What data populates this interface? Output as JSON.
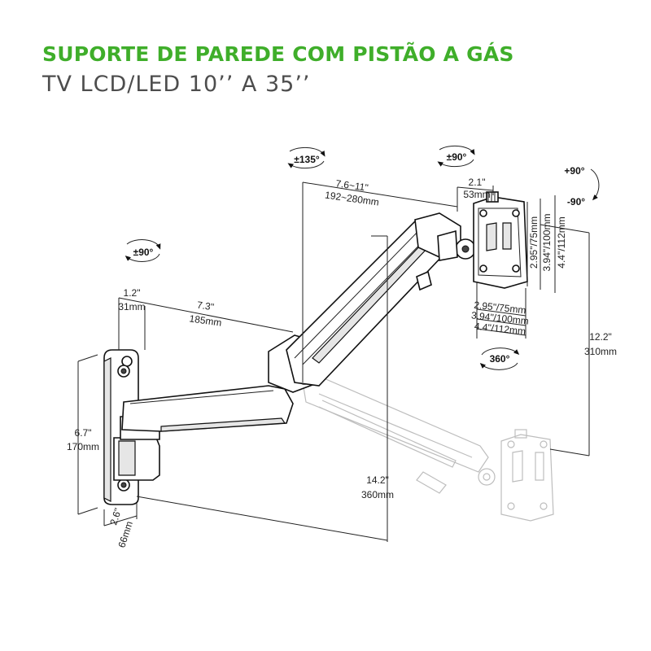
{
  "title": "SUPORTE DE PAREDE COM PISTÃO A GÁS",
  "subtitle": "TV LCD/LED 10’’ A 35’’",
  "colors": {
    "title_green": "#3fae2a",
    "subtitle_gray": "#4d4d4d",
    "line": "#222222",
    "ghost": "#bdbdbd"
  },
  "rotations": {
    "wall_mount": "±90°",
    "arm_joint": "±135°",
    "head_tilt": "±90°",
    "tilt_up": "+90°",
    "tilt_down": "-90°",
    "plate_rotate": "360°"
  },
  "dimensions": {
    "upper_arm_len": {
      "inch": "7.6~11\"",
      "mm": "192~280mm"
    },
    "head_depth": {
      "inch": "2.1\"",
      "mm": "53mm"
    },
    "base_depth": {
      "inch": "1.2\"",
      "mm": "31mm"
    },
    "lower_arm_len": {
      "inch": "7.3\"",
      "mm": "185mm"
    },
    "wall_plate_height": {
      "inch": "6.7\"",
      "mm": "170mm"
    },
    "wall_plate_width": {
      "inch": "2.6\"",
      "mm": "66mm"
    },
    "height_adjust": {
      "inch": "12.2\"",
      "mm": "310mm"
    },
    "max_reach": {
      "inch": "14.2\"",
      "mm": "360mm"
    },
    "vesa_vertical": [
      "2.95\"/75mm",
      "3.94\"/100mm",
      "4.4\"/112mm"
    ],
    "vesa_horizontal": [
      "2.95\"/75mm",
      "3.94\"/100mm",
      "4.4\"/112mm"
    ]
  }
}
